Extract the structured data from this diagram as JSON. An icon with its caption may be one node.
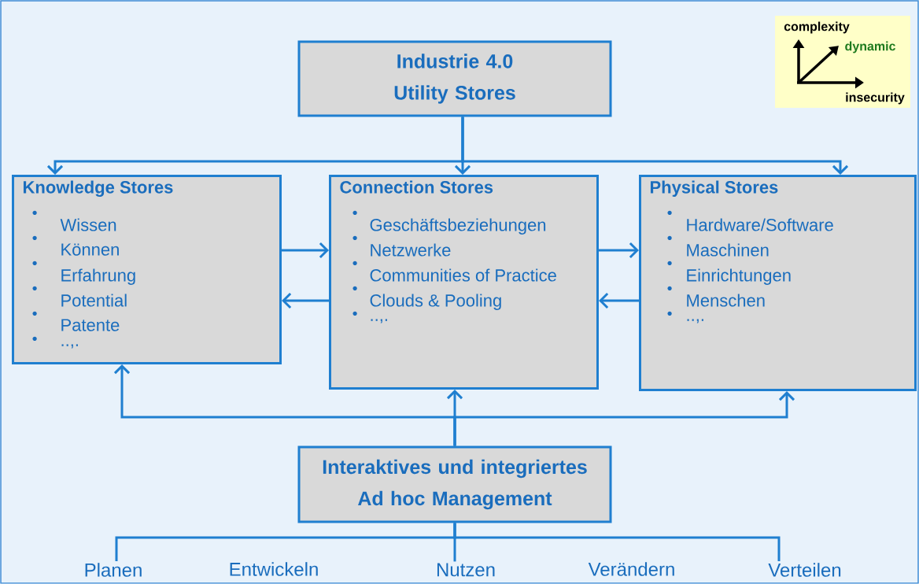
{
  "diagram": {
    "nodes": [
      {
        "text": [
          "Industrie 4.0 Utility Stores"
        ]
      },
      {
        "text": [
          "Knowledge Stores",
          "Wissen",
          "Können",
          "Erfahrung",
          "Potential",
          "Patente",
          "..,."
        ]
      },
      {
        "text": [
          "Connection  Stores",
          "Geschäftsbeziehungen",
          "Netzwerke",
          "Communities of Practice",
          "Clouds & Pooling",
          "..,."
        ]
      },
      {
        "text": [
          "Physical Stores",
          "Hardware/Software",
          "Maschinen",
          "Einrichtungen",
          "Menschen",
          "..,."
        ]
      },
      {
        "text": [
          "Interaktives und integriertes Ad hoc Management"
        ]
      },
      {
        "text": [
          "Planen"
        ]
      },
      {
        "text": [
          "Nutzen"
        ]
      },
      {
        "text": [
          "Verteilen"
        ]
      }
    ],
    "edges": [
      {
        "from": 0,
        "to": 1,
        "arrow": "to"
      },
      {
        "from": 0,
        "to": 2,
        "arrow": "to"
      },
      {
        "from": 0,
        "to": 3,
        "arrow": "to"
      },
      {
        "from": 1,
        "to": 2,
        "arrow": "to"
      },
      {
        "from": 2,
        "to": 1,
        "arrow": "to"
      },
      {
        "from": 2,
        "to": 3,
        "arrow": "to"
      },
      {
        "from": 3,
        "to": 2,
        "arrow": "to"
      },
      {
        "from": 4,
        "to": 1,
        "arrow": "to"
      },
      {
        "from": 4,
        "to": 2,
        "arrow": "to"
      },
      {
        "from": 4,
        "to": 3,
        "arrow": "to"
      },
      {
        "from": 4,
        "to": 5,
        "arrow": "none"
      },
      {
        "from": 4,
        "to": 6,
        "arrow": "none"
      },
      {
        "from": 4,
        "to": 7,
        "arrow": "none"
      }
    ],
    "labels": [
      "complexity",
      "dynamic",
      "insecurity",
      "Entwickeln",
      "Verändern"
    ]
  }
}
